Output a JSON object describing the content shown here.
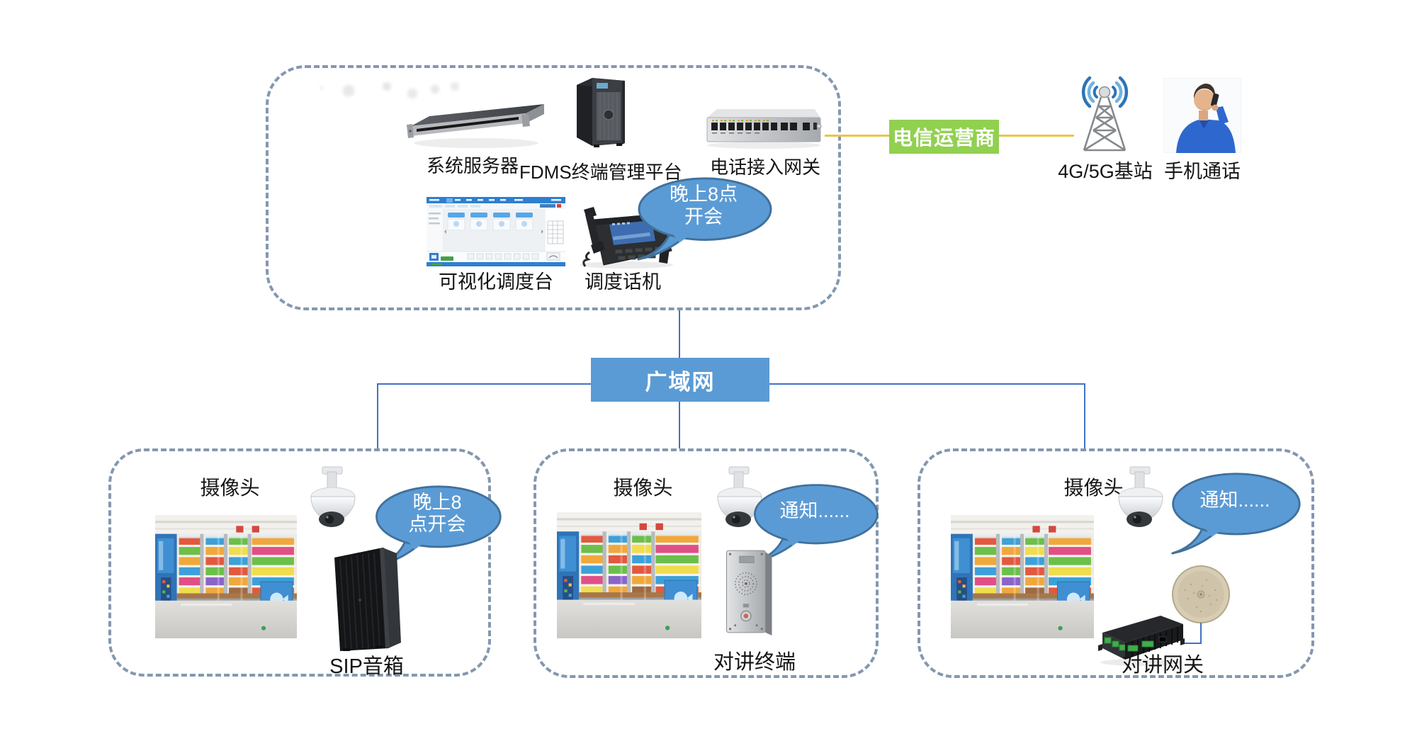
{
  "colors": {
    "dashed_border": "#8497B0",
    "wan_fill": "#5B9BD5",
    "operator_fill": "#92D050",
    "bubble_fill": "#5B9BD5",
    "bubble_border": "#41719C",
    "connector_blue": "#4472C4",
    "connector_yellow": "#E7C64A"
  },
  "top_group": {
    "server_label": "系统服务器",
    "fdms_label": "FDMS终端管理平台",
    "gateway_label": "电话接入网关",
    "console_label": "可视化调度台",
    "phone_label": "调度话机",
    "bubble_line1": "晚上8点",
    "bubble_line2": "开会"
  },
  "operator": {
    "label": "电信运营商"
  },
  "base_station": {
    "label": "4G/5G基站"
  },
  "mobile": {
    "label": "手机通话"
  },
  "wan": {
    "label": "广域网"
  },
  "sites": [
    {
      "camera_label": "摄像头",
      "bubble_line1": "晚上8",
      "bubble_line2": "点开会",
      "device_label": "SIP音箱"
    },
    {
      "camera_label": "摄像头",
      "bubble_line1": "通知......",
      "bubble_line2": "",
      "device_label": "对讲终端"
    },
    {
      "camera_label": "摄像头",
      "bubble_line1": "通知......",
      "bubble_line2": "",
      "device_label": "对讲网关"
    }
  ],
  "icons": {
    "rack_server": "rack-server-illustration",
    "tower_server": "tower-server-illustration",
    "voip_gateway": "voip-gateway-illustration",
    "dispatch_console": "dispatch-console-illustration",
    "dispatch_phone": "dispatch-phone-illustration",
    "speech_bubble": "speech-bubble",
    "cell_tower": "cell-tower-icon",
    "man_on_phone": "man-on-phone-photo",
    "dome_camera": "dome-camera-icon",
    "store_photo": "store-interior-photo",
    "sip_speaker": "sip-speaker-illustration",
    "intercom_panel": "intercom-terminal-illustration",
    "ceiling_speaker": "ceiling-speaker-illustration",
    "intercom_gateway": "intercom-gateway-illustration"
  }
}
